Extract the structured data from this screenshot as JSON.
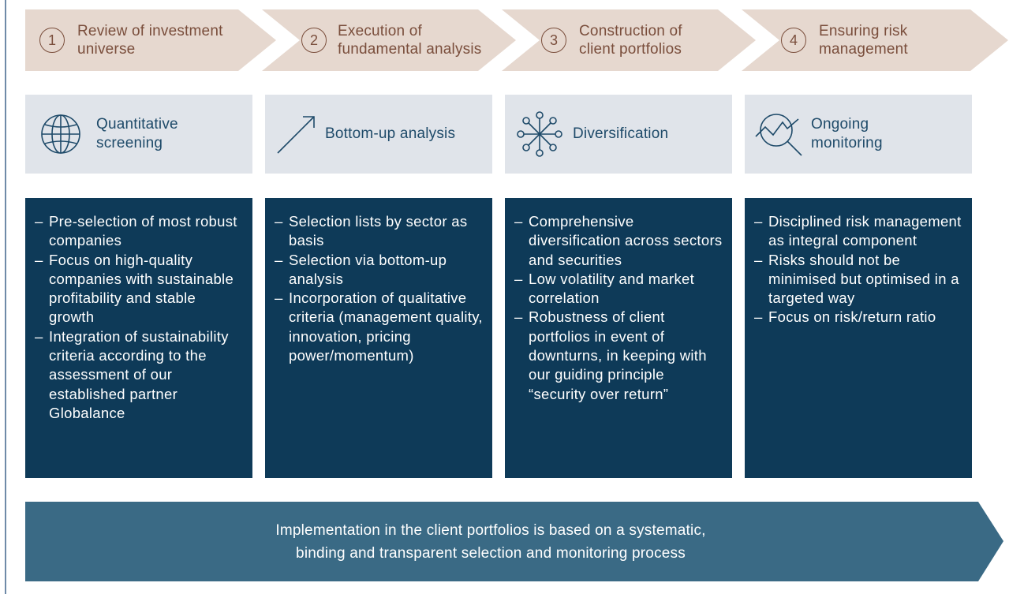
{
  "colors": {
    "step_fill": "#e6d8cf",
    "step_text": "#7a4e3c",
    "icon_box_fill": "#e0e4ea",
    "icon_text": "#1e4a69",
    "detail_fill": "#0e3a58",
    "banner_fill": "#3a6a85"
  },
  "steps": [
    {
      "number": "1",
      "label_line1": "Review of investment",
      "label_line2": "universe"
    },
    {
      "number": "2",
      "label_line1": "Execution of",
      "label_line2": "fundamental analysis"
    },
    {
      "number": "3",
      "label_line1": "Construction of",
      "label_line2": "client portfolios"
    },
    {
      "number": "4",
      "label_line1": "Ensuring risk",
      "label_line2": "management"
    }
  ],
  "methods": [
    {
      "icon": "globe-icon",
      "line1": "Quantitative",
      "line2": "screening"
    },
    {
      "icon": "arrow-up-right-icon",
      "line1": "Bottom-up analysis",
      "line2": ""
    },
    {
      "icon": "network-icon",
      "line1": "Diversification",
      "line2": ""
    },
    {
      "icon": "monitoring-chart-icon",
      "line1": "Ongoing",
      "line2": "monitoring"
    }
  ],
  "details": [
    {
      "items": [
        "Pre-selection of most robust companies",
        "Focus on high-quality companies with sustainable profitability and stable growth",
        "Integration of sustainability criteria according to the assessment of our established partner Globalance"
      ]
    },
    {
      "items": [
        "Selection lists by sector as basis",
        "Selection via bottom-up analysis",
        "Incorporation of qualitative criteria (management quality, innovation, pricing power/momentum)"
      ]
    },
    {
      "items": [
        "Comprehensive diversification across sectors and securities",
        "Low volatility and market correlation",
        "Robustness of client portfolios in event of downturns, in keeping with our guiding principle “security over return”"
      ]
    },
    {
      "items": [
        "Disciplined risk management as integral component",
        "Risks should not be minimised but optimised in a targeted way",
        "Focus on risk/return ratio"
      ]
    }
  ],
  "banner": {
    "line1": "Implementation in the client portfolios is based on a systematic,",
    "line2": "binding and transparent selection and monitoring process"
  }
}
